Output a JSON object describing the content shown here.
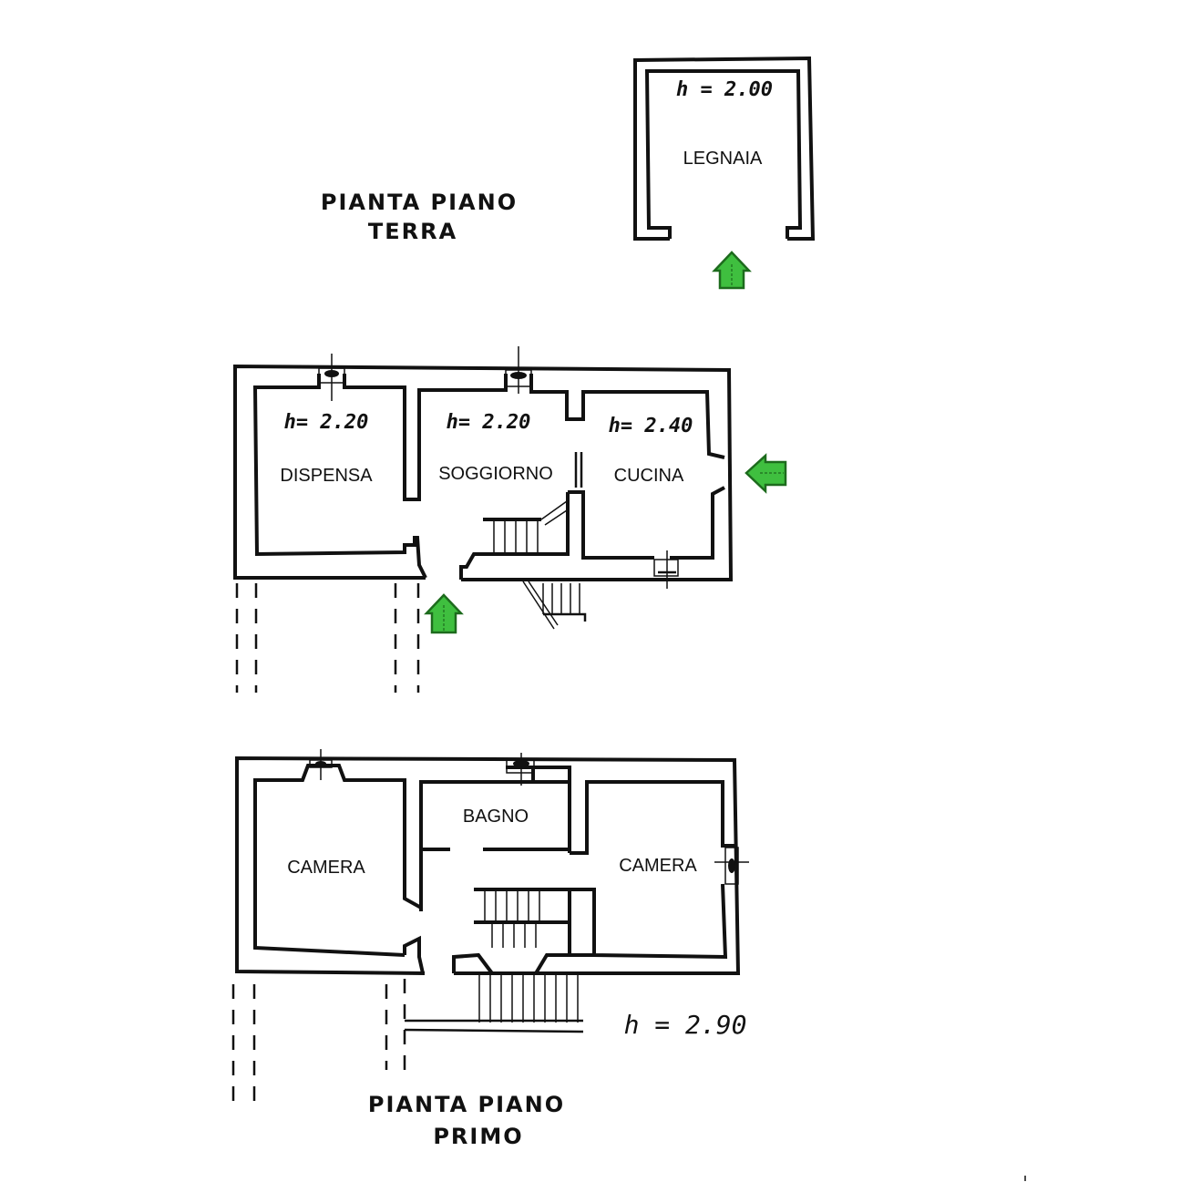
{
  "plan": {
    "ground_floor": {
      "title_line1": "PIANTA PIANO",
      "title_line2": "TERRA",
      "rooms": [
        {
          "name": "DISPENSA",
          "height": "h= 2.20"
        },
        {
          "name": "SOGGIORNO",
          "height": "h= 2.20"
        },
        {
          "name": "CUCINA",
          "height": "h= 2.40"
        }
      ],
      "outbuilding": {
        "name": "LEGNAIA",
        "height": "h = 2.00"
      },
      "entrances": [
        {
          "icon": "entrance-arrow-up-icon",
          "target": "LEGNAIA"
        },
        {
          "icon": "entrance-arrow-up-icon",
          "target": "SOGGIORNO"
        },
        {
          "icon": "entrance-arrow-left-icon",
          "target": "CUCINA"
        }
      ]
    },
    "first_floor": {
      "title_line1": "PIANTA PIANO",
      "title_line2": "PRIMO",
      "rooms": [
        {
          "name": "CAMERA"
        },
        {
          "name": "BAGNO"
        },
        {
          "name": "CAMERA"
        }
      ],
      "height": "h = 2.90"
    },
    "colors": {
      "arrow_fill": "#3fbf3f",
      "arrow_stroke": "#1d6b1d",
      "ink": "#111111"
    }
  }
}
